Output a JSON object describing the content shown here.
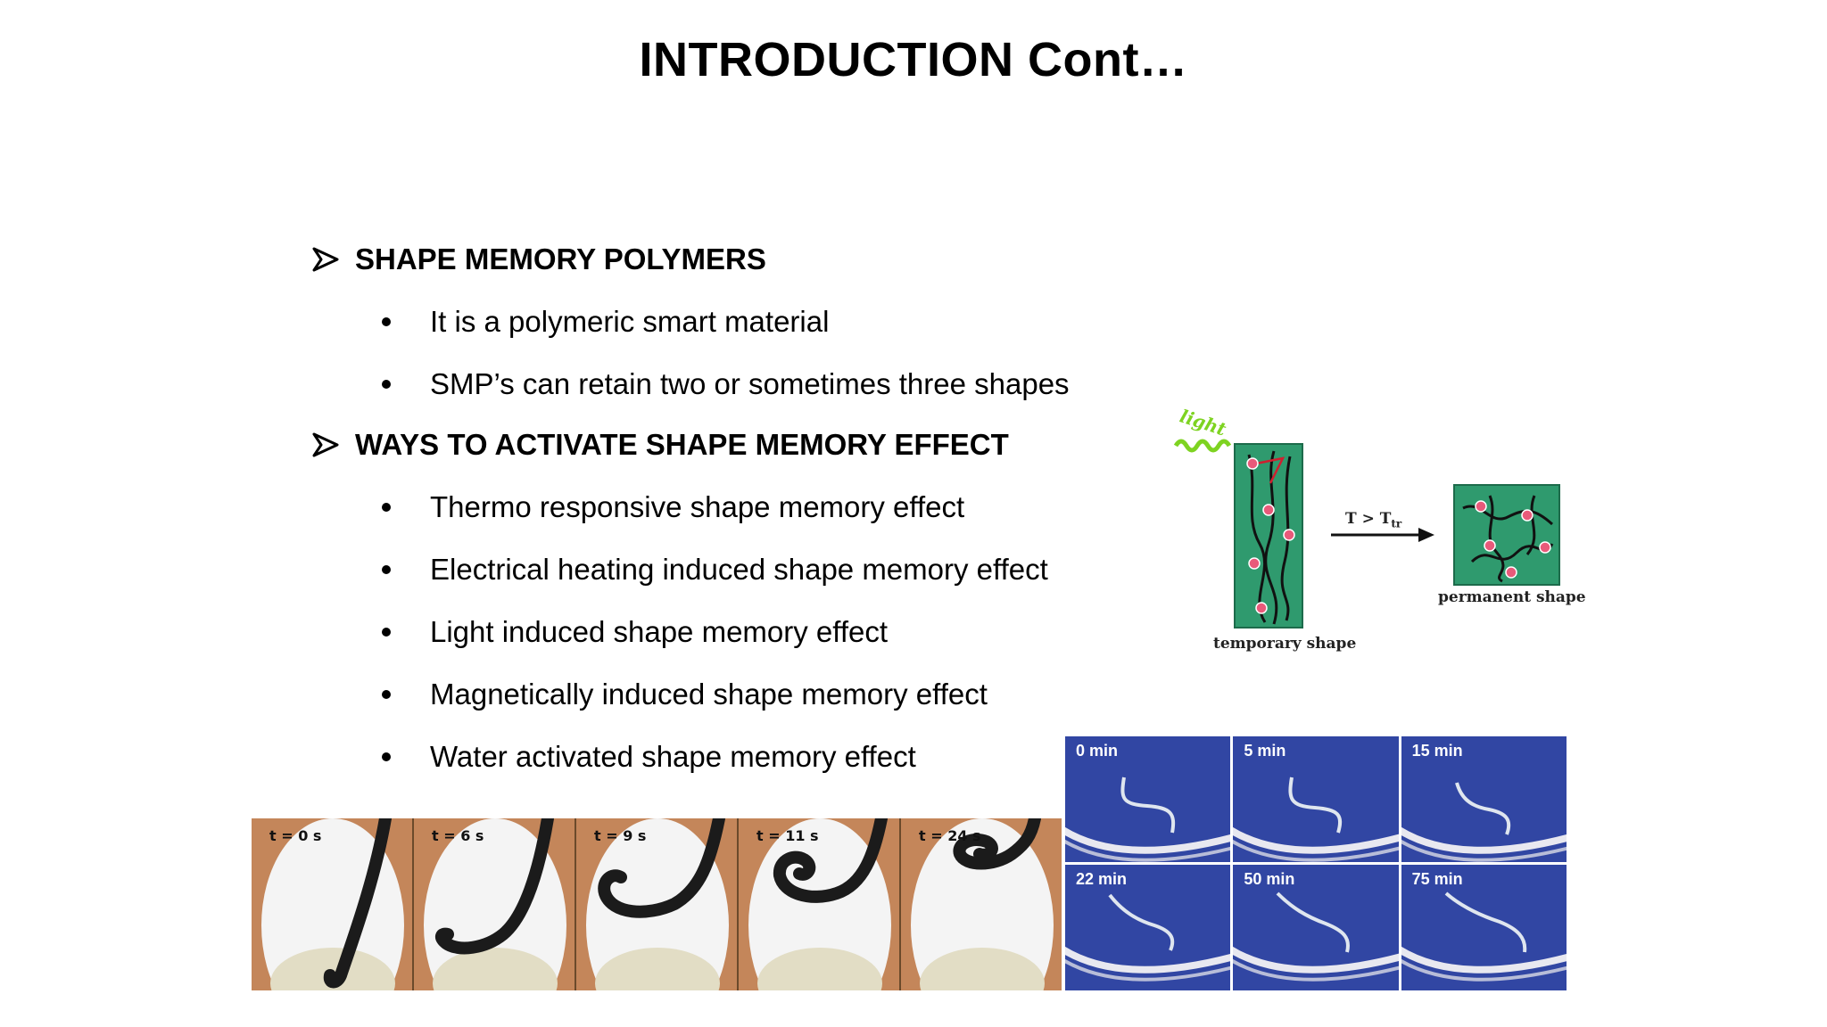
{
  "title": "INTRODUCTION Cont…",
  "sections": [
    {
      "heading": "SHAPE MEMORY POLYMERS",
      "bullets": [
        "It is a polymeric smart material",
        "SMP’s can retain two or sometimes three shapes"
      ]
    },
    {
      "heading": "WAYS TO ACTIVATE SHAPE MEMORY EFFECT",
      "bullets": [
        "Thermo responsive shape memory effect",
        "Electrical heating induced shape memory effect",
        "Light induced shape memory effect",
        "Magnetically induced shape memory effect",
        "Water activated shape memory effect"
      ]
    }
  ],
  "diagram": {
    "light_label": "light",
    "arrow_label": "T > T",
    "arrow_label_sub": "tr",
    "temporary_label": "temporary shape",
    "permanent_label": "permanent shape",
    "colors": {
      "block": "#2f9a6e",
      "node": "#e85a7a",
      "light": "#7ed321"
    }
  },
  "strip_left": {
    "frames": [
      "t = 0 s",
      "t = 6 s",
      "t = 9 s",
      "t = 11 s",
      "t = 24 s"
    ]
  },
  "grid_right": {
    "frames": [
      "0 min",
      "5 min",
      "15 min",
      "22 min",
      "50 min",
      "75 min"
    ]
  }
}
